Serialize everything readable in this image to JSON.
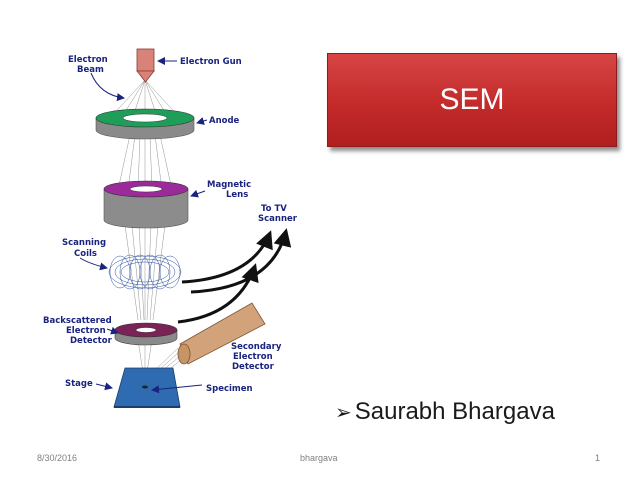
{
  "slide": {
    "title": "SEM",
    "author_bullet": "➢",
    "author": "Saurabh Bhargava",
    "footer": {
      "date": "8/30/2016",
      "center": "bhargava",
      "page": "1"
    }
  },
  "diagram": {
    "labels": {
      "electron_beam_1": "Electron",
      "electron_beam_2": "Beam",
      "electron_gun": "Electron Gun",
      "anode": "Anode",
      "magnetic_lens_1": "Magnetic",
      "magnetic_lens_2": "Lens",
      "tv_scanner_1": "To TV",
      "tv_scanner_2": "Scanner",
      "scanning_coils_1": "Scanning",
      "scanning_coils_2": "Coils",
      "backscattered_1": "Backscattered",
      "backscattered_2": "Electron",
      "backscattered_3": "Detector",
      "secondary_1": "Secondary",
      "secondary_2": "Electron",
      "secondary_3": "Detector",
      "stage": "Stage",
      "specimen": "Specimen"
    },
    "colors": {
      "label": "#1a237e",
      "gun": "#d9827a",
      "anode_ring": "#1f9e5a",
      "lens_ring": "#9b2a9b",
      "backscatter_ring": "#7a2357",
      "detector": "#d2a27a",
      "stage": "#2e6bb0",
      "title_bg": "#c42a2a"
    }
  }
}
